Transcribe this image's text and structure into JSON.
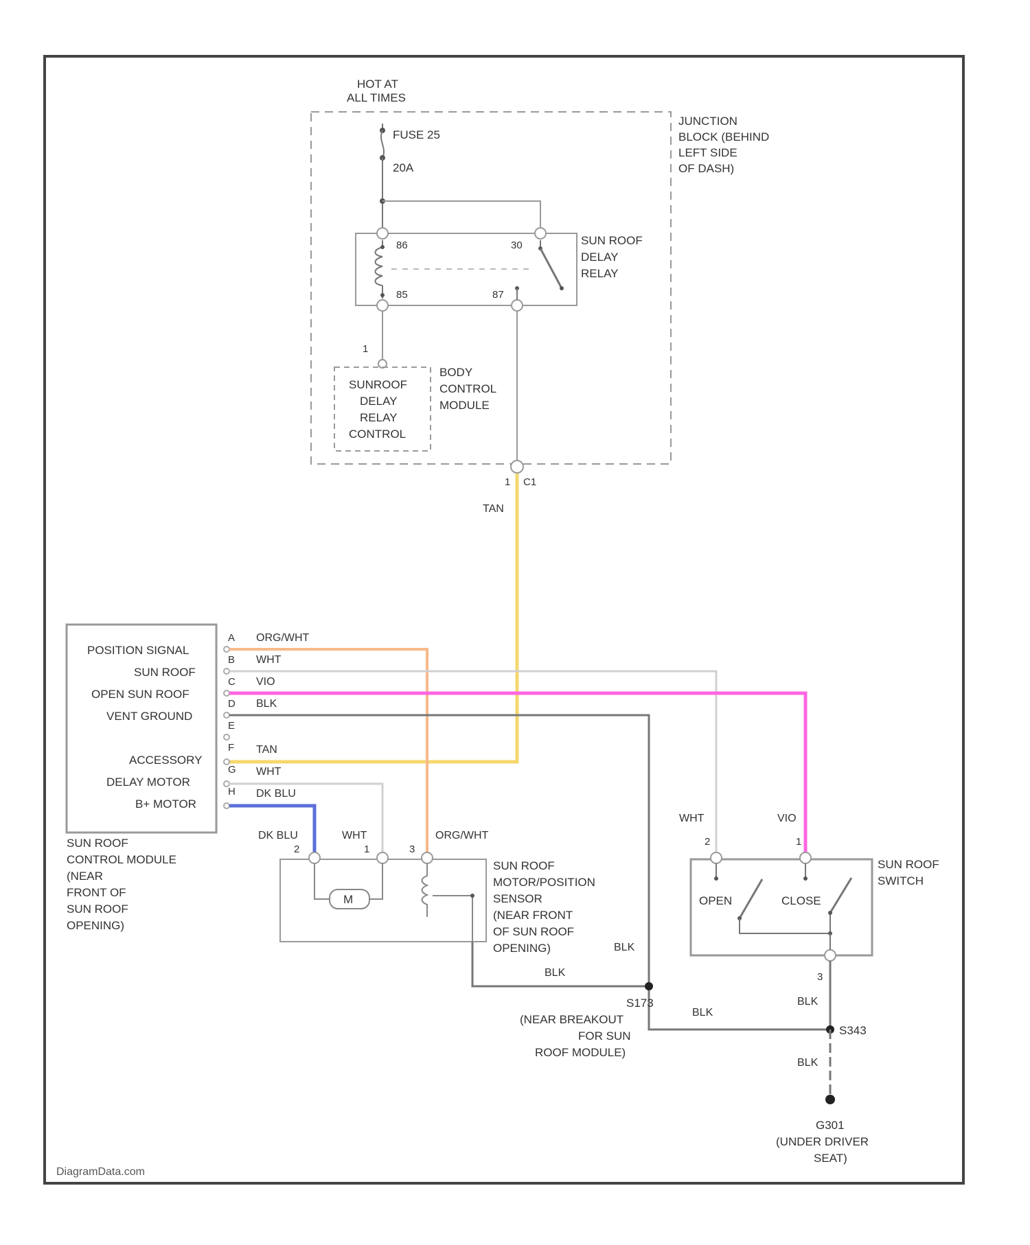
{
  "power": {
    "hot_line1": "HOT AT",
    "hot_line2": "ALL TIMES"
  },
  "fuse": {
    "name": "FUSE 25",
    "rating": "20A"
  },
  "junction_block": {
    "line1": "JUNCTION",
    "line2": "BLOCK (BEHIND",
    "line3": "LEFT SIDE",
    "line4": "OF DASH)"
  },
  "relay": {
    "line1": "SUN ROOF",
    "line2": "DELAY",
    "line3": "RELAY",
    "pin86": "86",
    "pin30": "30",
    "pin85": "85",
    "pin87": "87"
  },
  "bcm": {
    "inner_line1": "SUNROOF",
    "inner_line2": "DELAY",
    "inner_line3": "RELAY",
    "inner_line4": "CONTROL",
    "pin": "1",
    "name_line1": "BODY",
    "name_line2": "CONTROL",
    "name_line3": "MODULE"
  },
  "connector_c1": {
    "pin": "1",
    "name": "C1"
  },
  "wire_tan_top": "TAN",
  "control_module": {
    "rows": [
      {
        "name": "POSITION SIGNAL",
        "pin": "A",
        "wire": "ORG/WHT"
      },
      {
        "name": "SUN ROOF",
        "pin": "B",
        "wire": "WHT"
      },
      {
        "name": "OPEN SUN ROOF",
        "pin": "C",
        "wire": "VIO"
      },
      {
        "name": "VENT GROUND",
        "pin": "D",
        "wire": "BLK"
      },
      {
        "name": "",
        "pin": "E",
        "wire": ""
      },
      {
        "name": "",
        "pin": "F",
        "wire": ""
      },
      {
        "name": "ACCESSORY",
        "pin": "F",
        "wire": "TAN"
      },
      {
        "name": "DELAY MOTOR",
        "pin": "G",
        "wire": "WHT"
      },
      {
        "name": "B+ MOTOR",
        "pin": "H",
        "wire": "DK BLU"
      }
    ],
    "name_line1": "SUN ROOF",
    "name_line2": "CONTROL MODULE",
    "name_line3": "(NEAR",
    "name_line4": "FRONT OF",
    "name_line5": "SUN ROOF",
    "name_line6": "OPENING)"
  },
  "motor": {
    "wire_dkblu": "DK BLU",
    "wire_wht": "WHT",
    "wire_orgwht": "ORG/WHT",
    "pin2": "2",
    "pin1": "1",
    "pin3": "3",
    "symbol": "M",
    "name_line1": "SUN ROOF",
    "name_line2": "MOTOR/POSITION",
    "name_line3": "SENSOR",
    "name_line4": "(NEAR FRONT",
    "name_line5": "OF SUN ROOF",
    "name_line6": "OPENING)"
  },
  "switch": {
    "wire_wht": "WHT",
    "wire_vio": "VIO",
    "pin2": "2",
    "pin1": "1",
    "pin3": "3",
    "open": "OPEN",
    "close": "CLOSE",
    "name_line1": "SUN ROOF",
    "name_line2": "SWITCH"
  },
  "grounds": {
    "blk1": "BLK",
    "blk2": "BLK",
    "blk3": "BLK",
    "blk4": "BLK",
    "blk5": "BLK",
    "s173_line1": "S173",
    "s173_line2": "(NEAR BREAKOUT",
    "s173_line3": "FOR SUN",
    "s173_line4": "ROOF MODULE)",
    "s343": "S343",
    "g301_line1": "G301",
    "g301_line2": "(UNDER DRIVER",
    "g301_line3": "SEAT)"
  },
  "watermark": "DiagramData.com",
  "colors": {
    "tan": "#f5d76e",
    "orgwht": "#f7b98a",
    "vio": "#ff66e0",
    "dkblu": "#5b6fd8",
    "blk": "#777777",
    "wht": "#cfcfcf",
    "frame": "#444444"
  }
}
